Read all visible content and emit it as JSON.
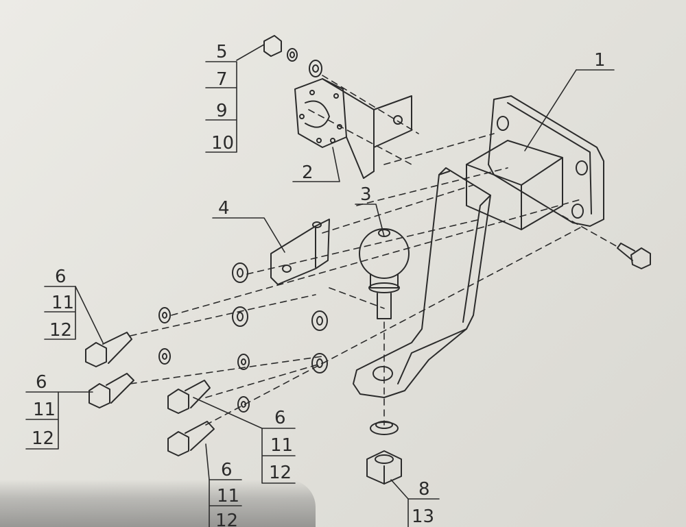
{
  "callouts": [
    {
      "id": "c1",
      "lines": [
        "1"
      ]
    },
    {
      "id": "c2",
      "lines": [
        "2"
      ]
    },
    {
      "id": "c3",
      "lines": [
        "3"
      ]
    },
    {
      "id": "c4",
      "lines": [
        "4"
      ]
    },
    {
      "id": "c5",
      "lines": [
        "5",
        "7",
        "9",
        "10"
      ]
    },
    {
      "id": "c6a",
      "lines": [
        "6",
        "11",
        "12"
      ]
    },
    {
      "id": "c6b",
      "lines": [
        "6",
        "11",
        "12"
      ]
    },
    {
      "id": "c6c",
      "lines": [
        "6",
        "11",
        "12"
      ]
    },
    {
      "id": "c6d",
      "lines": [
        "6",
        "11",
        "12"
      ]
    },
    {
      "id": "c8",
      "lines": [
        "8",
        "13"
      ]
    }
  ],
  "colors": {
    "ink": "#2b2b2b",
    "paper": "#e6e5e0"
  }
}
